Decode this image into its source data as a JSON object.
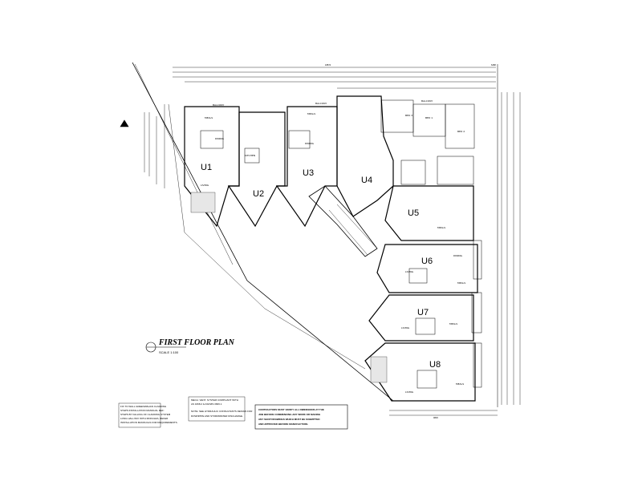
{
  "title": "FIRST FLOOR PLAN",
  "scale": "SCALE 1:100",
  "units": [
    "U1",
    "U2",
    "U3",
    "U4",
    "U5",
    "U6",
    "U7",
    "U8"
  ],
  "rooms": {
    "meals": "MEALS",
    "dining": "DINING",
    "living": "LIVING",
    "kitchen": "KITCHEN",
    "balcony": "BALCONY",
    "bed1": "BED 1",
    "bed2": "BED 2",
    "bed3": "BED 3"
  },
  "notes": {
    "left": [
      "FIX TO WALL GREENWAHAN CLADDING",
      "STEPS INSTALLATION MANNUAL REF:",
      "STEPS BY FALLING OF CLADDING SYSTEM",
      "LONG HALL BAY WITH MODULES, REFER",
      "INSTALLATION MANNUALS FOR REQUIREMENTS."
    ],
    "middle1": [
      "MECH. VENT. SYSTEM COMPLIANT WITH",
      "AS 1668.2 & AS/NZS 3666.1"
    ],
    "middle2": [
      "NOTE: SEE HYDRAULIC CONSULTANTS DESIGN FOR",
      "DOWNPIPE AND STORMWATER DISCHARGE."
    ],
    "right": [
      "CONTRACTORS MUST VERIFY ALL DIMENSIONS AT THE",
      "JOB BEFORE COMMENCING ANY WORK OR MAKING",
      "ANY SHOP DRAWINGS WHICH MUST BE SUBMITTED",
      "AND APPROVED BEFORE MANUFACTURE."
    ]
  },
  "dims": {
    "top_overall": "18874",
    "top_right": "6288",
    "bottom": "9829"
  }
}
